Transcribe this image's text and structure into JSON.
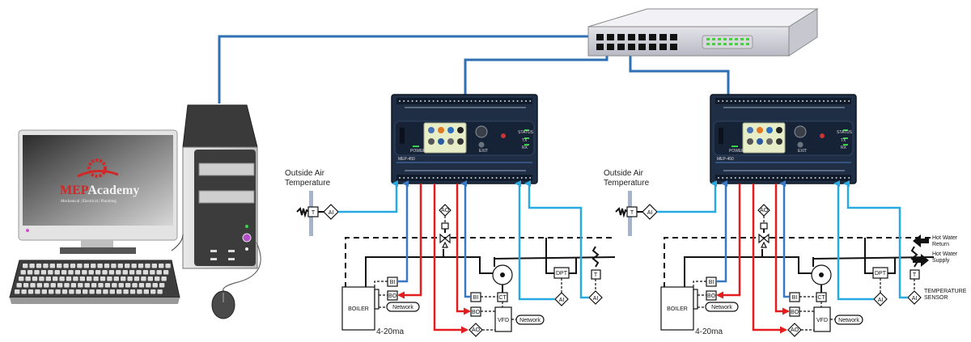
{
  "title": "BACnet building automation network diagram",
  "workstation": {
    "brand": "MEPAcademy",
    "brand_prefix": "MEP",
    "brand_suffix": "Academy",
    "tagline": "Mechanical | Electrical | Plumbing"
  },
  "switch": {
    "ports": 16,
    "leds": 16
  },
  "controllers": [
    {
      "model": "MEP-450",
      "indicators": {
        "power": "POWER",
        "status": "STATUS",
        "tx": "TX",
        "rx": "RX",
        "exit": "EXIT"
      },
      "outside_air_label_line1": "Outside Air",
      "outside_air_label_line2": "Temperature",
      "labels": {
        "boiler": "BOILER",
        "network": "Network",
        "vfd": "VFD",
        "ct": "CT",
        "dpt": "DPT",
        "ai": "AI",
        "ao": "AO",
        "bi": "BI",
        "bo": "BO",
        "t": "T",
        "signal": "4-20ma"
      }
    },
    {
      "model": "MEP-450",
      "indicators": {
        "power": "POWER",
        "status": "STATUS",
        "tx": "TX",
        "rx": "RX",
        "exit": "EXIT"
      },
      "outside_air_label_line1": "Outside Air",
      "outside_air_label_line2": "Temperature",
      "labels": {
        "boiler": "BOILER",
        "network": "Network",
        "vfd": "VFD",
        "ct": "CT",
        "dpt": "DPT",
        "ai": "AI",
        "ao": "AO",
        "bi": "BI",
        "bo": "BO",
        "t": "T",
        "signal": "4-20ma"
      }
    }
  ],
  "legend": {
    "hot_water_return_1": "Hot Water",
    "hot_water_return_2": "Return",
    "hot_water_supply_1": "Hot Water",
    "hot_water_supply_2": "Supply",
    "temp_sensor_1": "TEMPERATURE",
    "temp_sensor_2": "SENSOR"
  },
  "colors": {
    "network": "#2f6fb3",
    "analog_input": "#29a9e1",
    "binary_input": "#3b78c2",
    "output": "#e11d1d",
    "controller_body": "#1f2e45"
  }
}
